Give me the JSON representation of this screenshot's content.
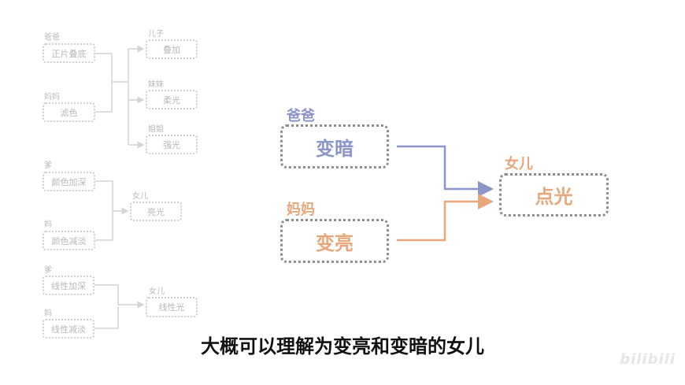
{
  "left_diagram": {
    "group1": {
      "dad_label": "爸爸",
      "dad_box": "正片叠底",
      "mom_label": "妈妈",
      "mom_box": "滤色",
      "son_label": "儿子",
      "son_box": "叠加",
      "sister_label": "妹妹",
      "sister_box": "柔光",
      "elder_label": "姐姐",
      "elder_box": "强光"
    },
    "group2": {
      "dad_label": "爹",
      "dad_box": "颜色加深",
      "mom_label": "妈",
      "mom_box": "颜色减淡",
      "daughter_label": "女儿",
      "daughter_box": "亮光"
    },
    "group3": {
      "dad_label": "爹",
      "dad_box": "线性加深",
      "mom_label": "妈",
      "mom_box": "线性减淡",
      "daughter_label": "女儿",
      "daughter_box": "线性光"
    }
  },
  "main_diagram": {
    "dad_label": "爸爸",
    "dad_box": "变暗",
    "mom_label": "妈妈",
    "mom_box": "变亮",
    "daughter_label": "女儿",
    "daughter_box": "点光"
  },
  "subtitle": "大概可以理解为变亮和变暗的女儿",
  "watermark": "bilibili",
  "colors": {
    "blue": "#8b95c9",
    "orange": "#e8a77a",
    "grey_line": "#d4d4d4"
  }
}
